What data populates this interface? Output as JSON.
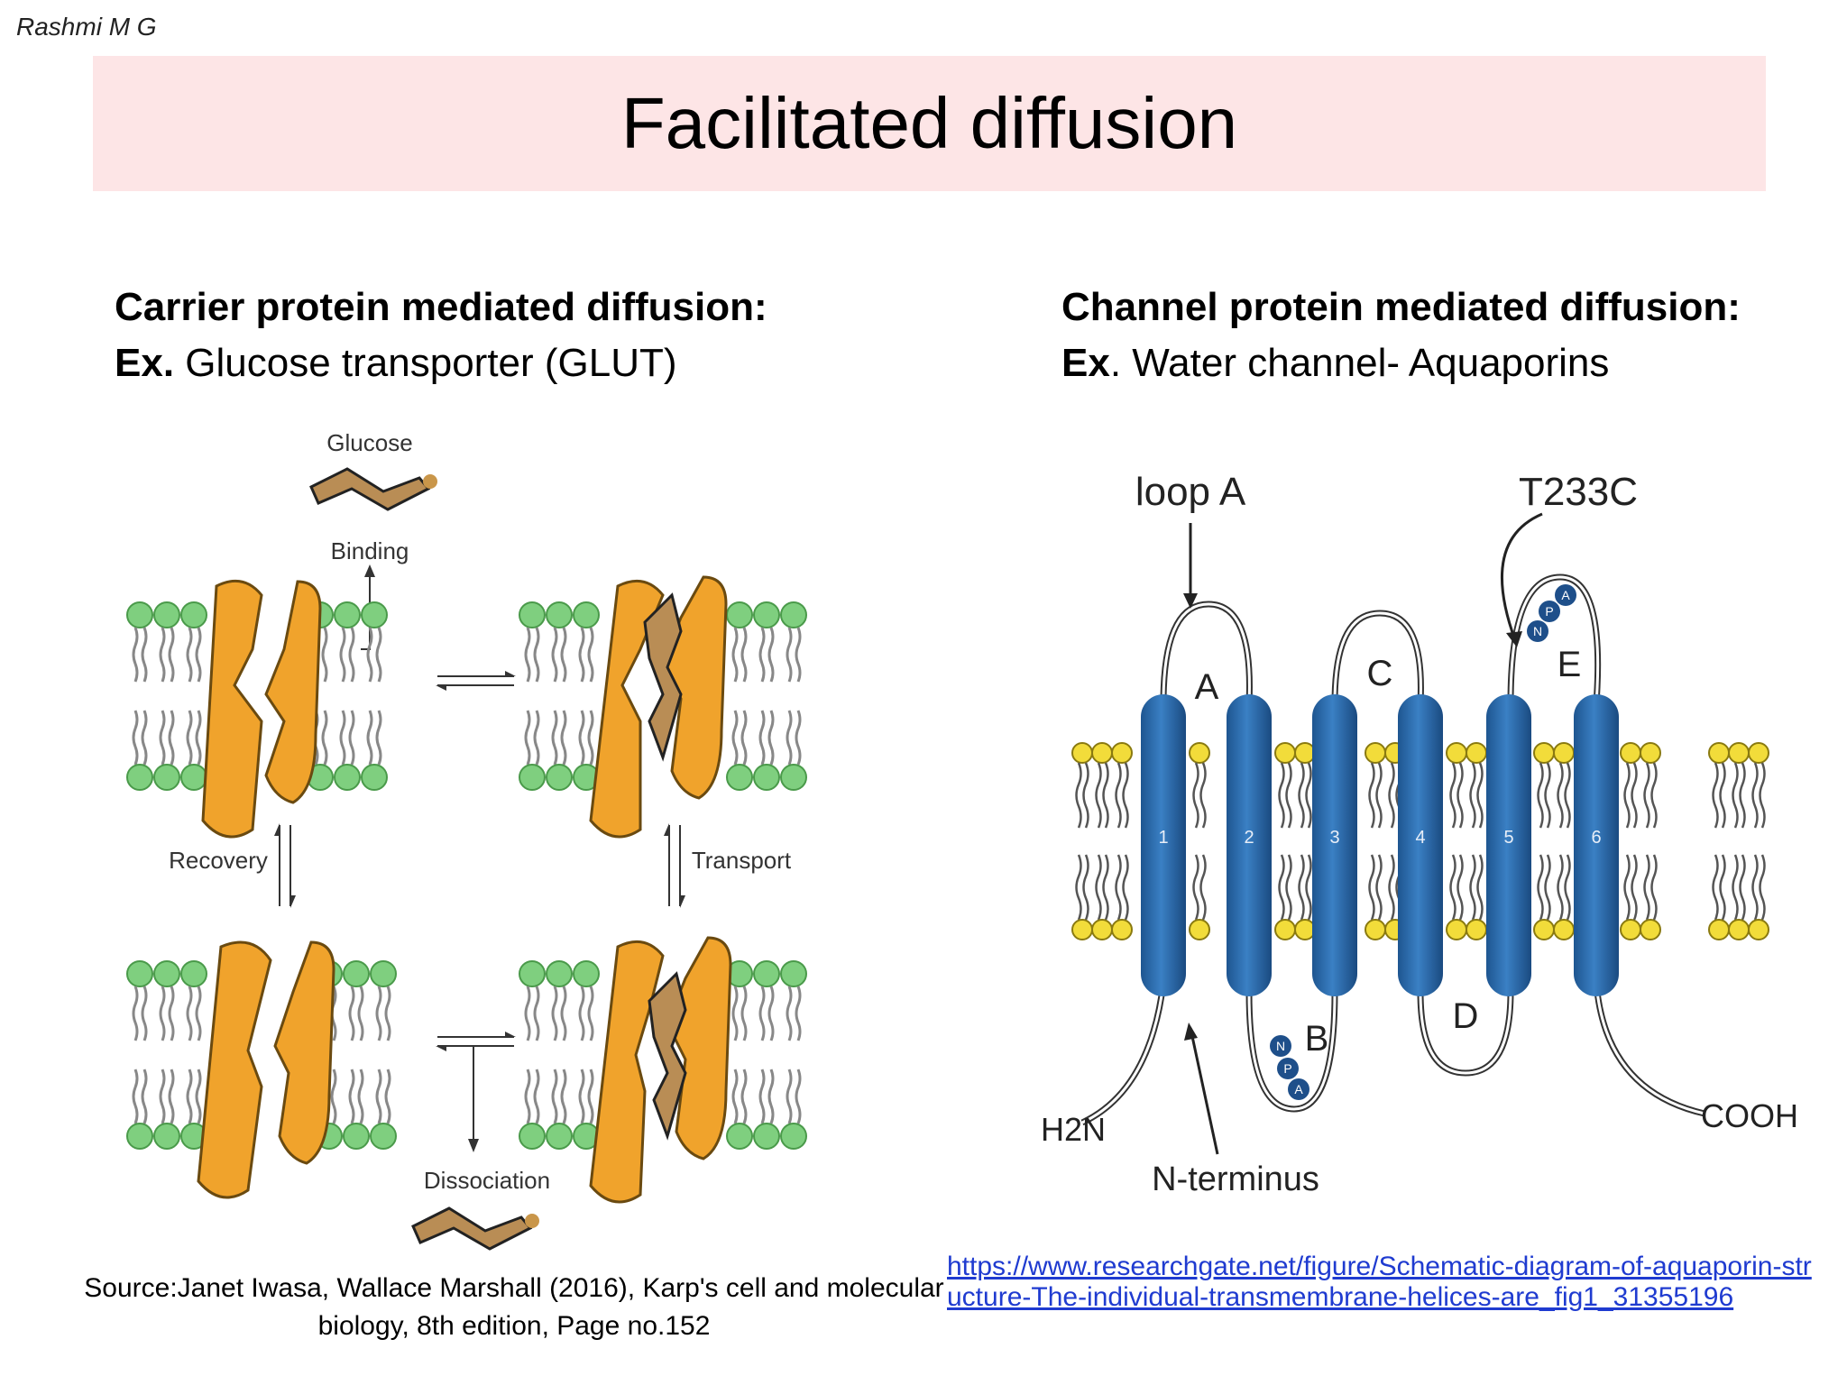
{
  "author": "Rashmi M G",
  "title": "Facilitated diffusion",
  "left": {
    "heading": "Carrier protein mediated diffusion:",
    "example_prefix": "Ex.",
    "example_text": " Glucose transporter (GLUT)",
    "diagram": {
      "glucose": "Glucose",
      "binding": "Binding",
      "recovery": "Recovery",
      "transport": "Transport",
      "dissociation": "Dissociation"
    },
    "source": "Source:Janet Iwasa, Wallace Marshall (2016), Karp's cell and molecular biology, 8th edition, Page no.152"
  },
  "right": {
    "heading": "Channel protein mediated diffusion:",
    "example_prefix": "Ex",
    "example_text": ". Water channel- Aquaporins",
    "diagram": {
      "loop_a": "loop A",
      "mutation": "T233C",
      "n_terminus": "N-terminus",
      "h2n": "H2N",
      "cooh": "COOH",
      "loops": [
        "A",
        "B",
        "C",
        "D",
        "E"
      ],
      "helices": [
        "1",
        "2",
        "3",
        "4",
        "5",
        "6"
      ],
      "npa": [
        "N",
        "P",
        "A"
      ]
    },
    "link": "https://www.researchgate.net/figure/Schematic-diagram-of-aquaporin-structure-The-individual-transmembrane-helices-are_fig1_31355196"
  },
  "colors": {
    "title_band": "#fde5e6",
    "carrier_orange": "#f0a32c",
    "lipid_head_green": "#7fcf7f",
    "channel_blue": "#2b6aa8",
    "lipid_head_yellow": "#f2dc3a",
    "link_blue": "#1f3bd0"
  }
}
